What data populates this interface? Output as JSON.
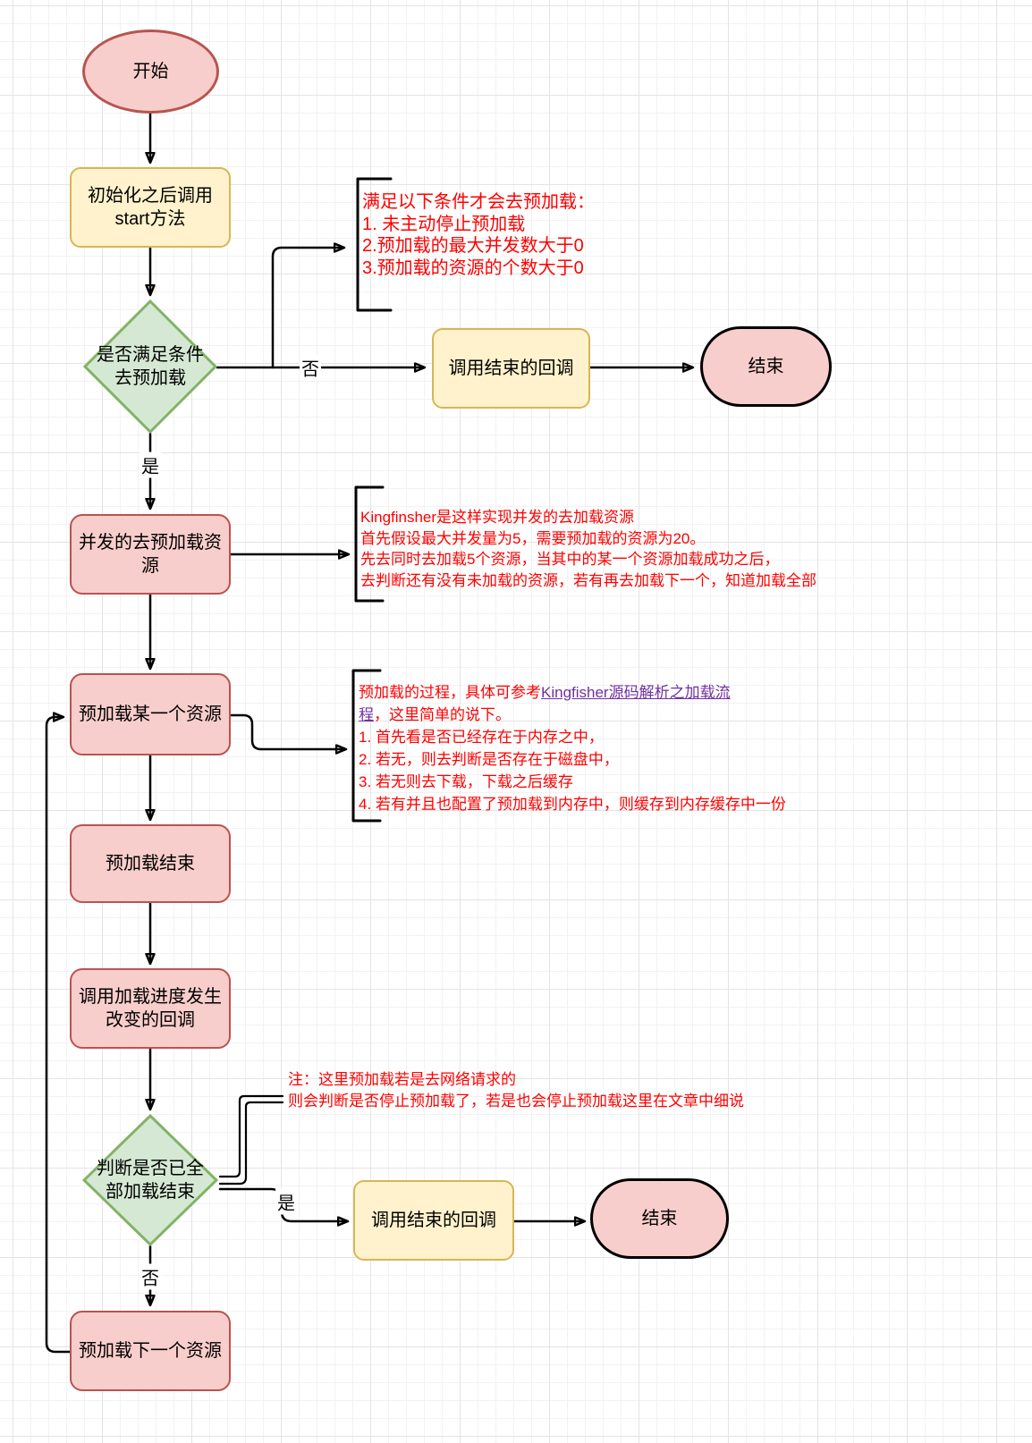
{
  "colors": {
    "node_pink_fill": "#f8cecc",
    "node_pink_border": "#b85450",
    "node_yellow_fill": "#fff2cc",
    "node_yellow_border": "#d6b656",
    "diamond_green_fill": "#d5e8d4",
    "diamond_green_border": "#82b366",
    "terminal_fill": "#f8cecc",
    "terminal_border": "#000000",
    "annotation_red": "#ff0000",
    "link_purple": "#7030a0",
    "connector_black": "#000000"
  },
  "nodes": {
    "start": {
      "label": "开始"
    },
    "init": {
      "label": "初始化之后调用\nstart方法"
    },
    "check_conditions": {
      "label": "是否满足条件\n去预加载"
    },
    "end_callback_1": {
      "label": "调用结束的回调"
    },
    "end_1": {
      "label": "结束"
    },
    "concurrent_preload": {
      "label": "并发的去预加载资\n源"
    },
    "preload_one": {
      "label": "预加载某一个资源"
    },
    "preload_done": {
      "label": "预加载结束"
    },
    "progress_callback": {
      "label": "调用加载进度发生\n改变的回调"
    },
    "check_all_done": {
      "label": "判断是否已全\n部加载结束"
    },
    "end_callback_2": {
      "label": "调用结束的回调"
    },
    "end_2": {
      "label": "结束"
    },
    "preload_next": {
      "label": "预加载下一个资源"
    }
  },
  "edge_labels": {
    "check_no": "否",
    "check_yes": "是",
    "all_done_yes": "是",
    "all_done_no": "否"
  },
  "annotations": {
    "conditions": {
      "lines": [
        "满足以下条件才会去预加载：",
        "1. 未主动停止预加载",
        "2.预加载的最大并发数大于0",
        "3.预加载的资源的个数大于0"
      ]
    },
    "concurrency": {
      "lines": [
        "Kingfinsher是这样实现并发的去加载资源",
        "首先假设最大并发量为5，需要预加载的资源为20。",
        "先去同时去加载5个资源，当其中的某一个资源加载成功之后，",
        "去判断还有没有未加载的资源，若有再去加载下一个，知道加载全部"
      ]
    },
    "process": {
      "before_link": "预加载的过程，具体可参考",
      "link_text": "Kingfisher源码解析之加载流程",
      "after_link": "，这里简单的说下。",
      "steps": [
        "1. 首先看是否已经存在于内存之中，",
        "2. 若无，则去判断是否存在于磁盘中，",
        "3. 若无则去下载，下载之后缓存",
        "4. 若有并且也配置了预加载到内存中，则缓存到内存缓存中一份"
      ]
    },
    "note": {
      "lines": [
        "注：这里预加载若是去网络请求的",
        "则会判断是否停止预加载了，若是也会停止预加载这里在文章中细说"
      ]
    }
  }
}
